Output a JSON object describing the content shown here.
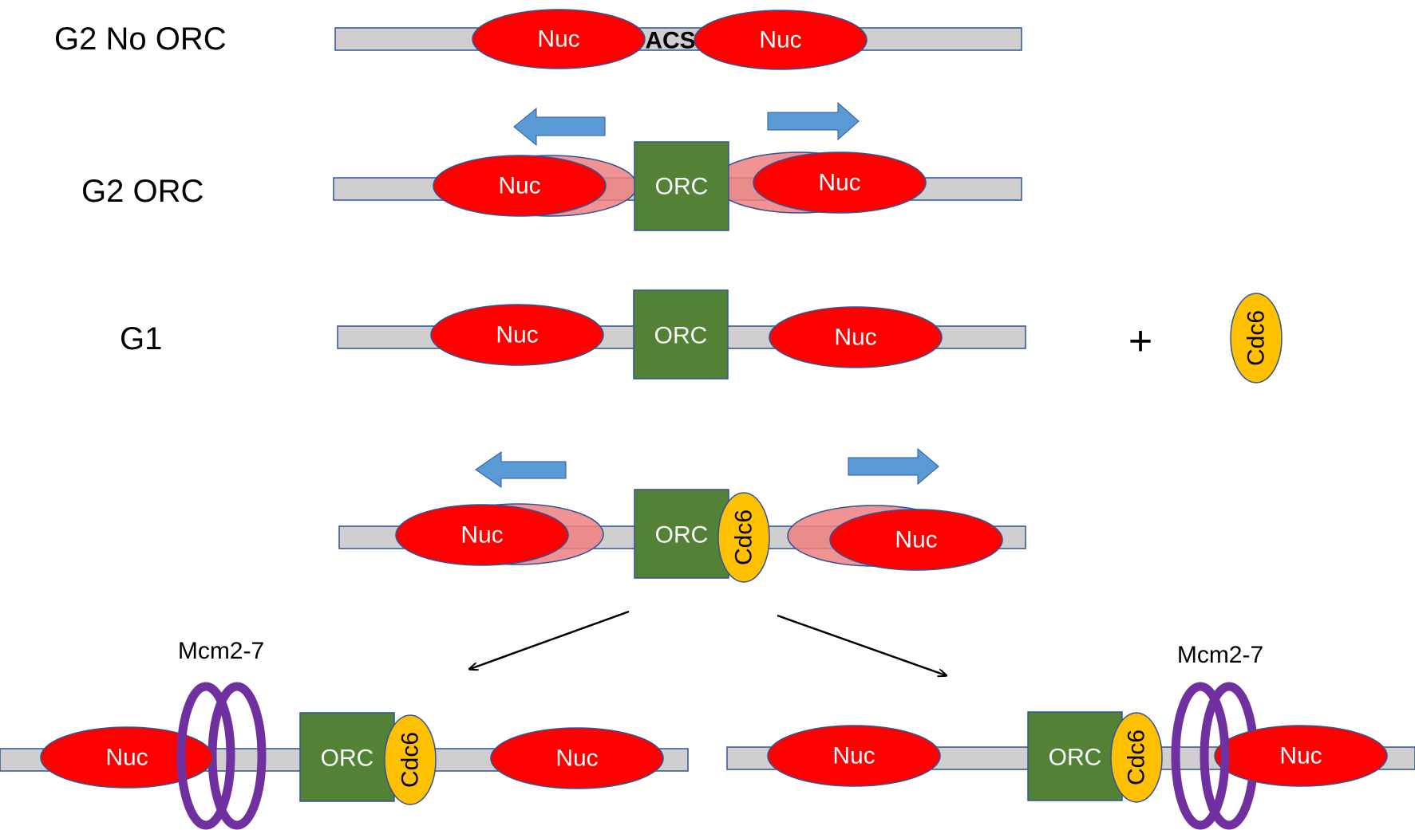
{
  "colors": {
    "dna": "#d0cece",
    "dna_stroke": "#2f5597",
    "nucleosome": "#ff0000",
    "nucleosome_ghost": "#f08080",
    "nucleosome_stroke": "#2f5597",
    "orc": "#538135",
    "cdc6": "#ffc000",
    "mcm": "#7030a0",
    "arrow": "#5b9bd5"
  },
  "rows": {
    "g2_no_orc": {
      "label": "G2 No ORC"
    },
    "g2_orc": {
      "label": "G2 ORC"
    },
    "g1": {
      "label": "G1"
    }
  },
  "components": {
    "nucleosome": "Nuc",
    "orc": "ORC",
    "cdc6": "Cdc6",
    "acs": "ACS",
    "mcm": "Mcm2-7",
    "plus": "+"
  }
}
